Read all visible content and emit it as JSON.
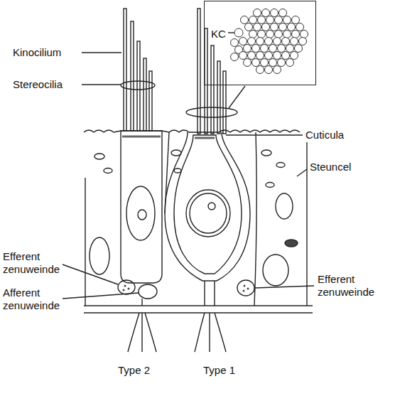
{
  "diagram": {
    "nodes": [
      {
        "text": [
          "KC"
        ]
      }
    ],
    "labels": [
      "Kinocilium",
      "Stereocilia",
      "Cuticula",
      "Steuncel",
      "Efferent zenuweinde",
      "Afferent zenuweinde",
      "Efferent zenuweinde",
      "Type 2",
      "Type 1"
    ]
  }
}
